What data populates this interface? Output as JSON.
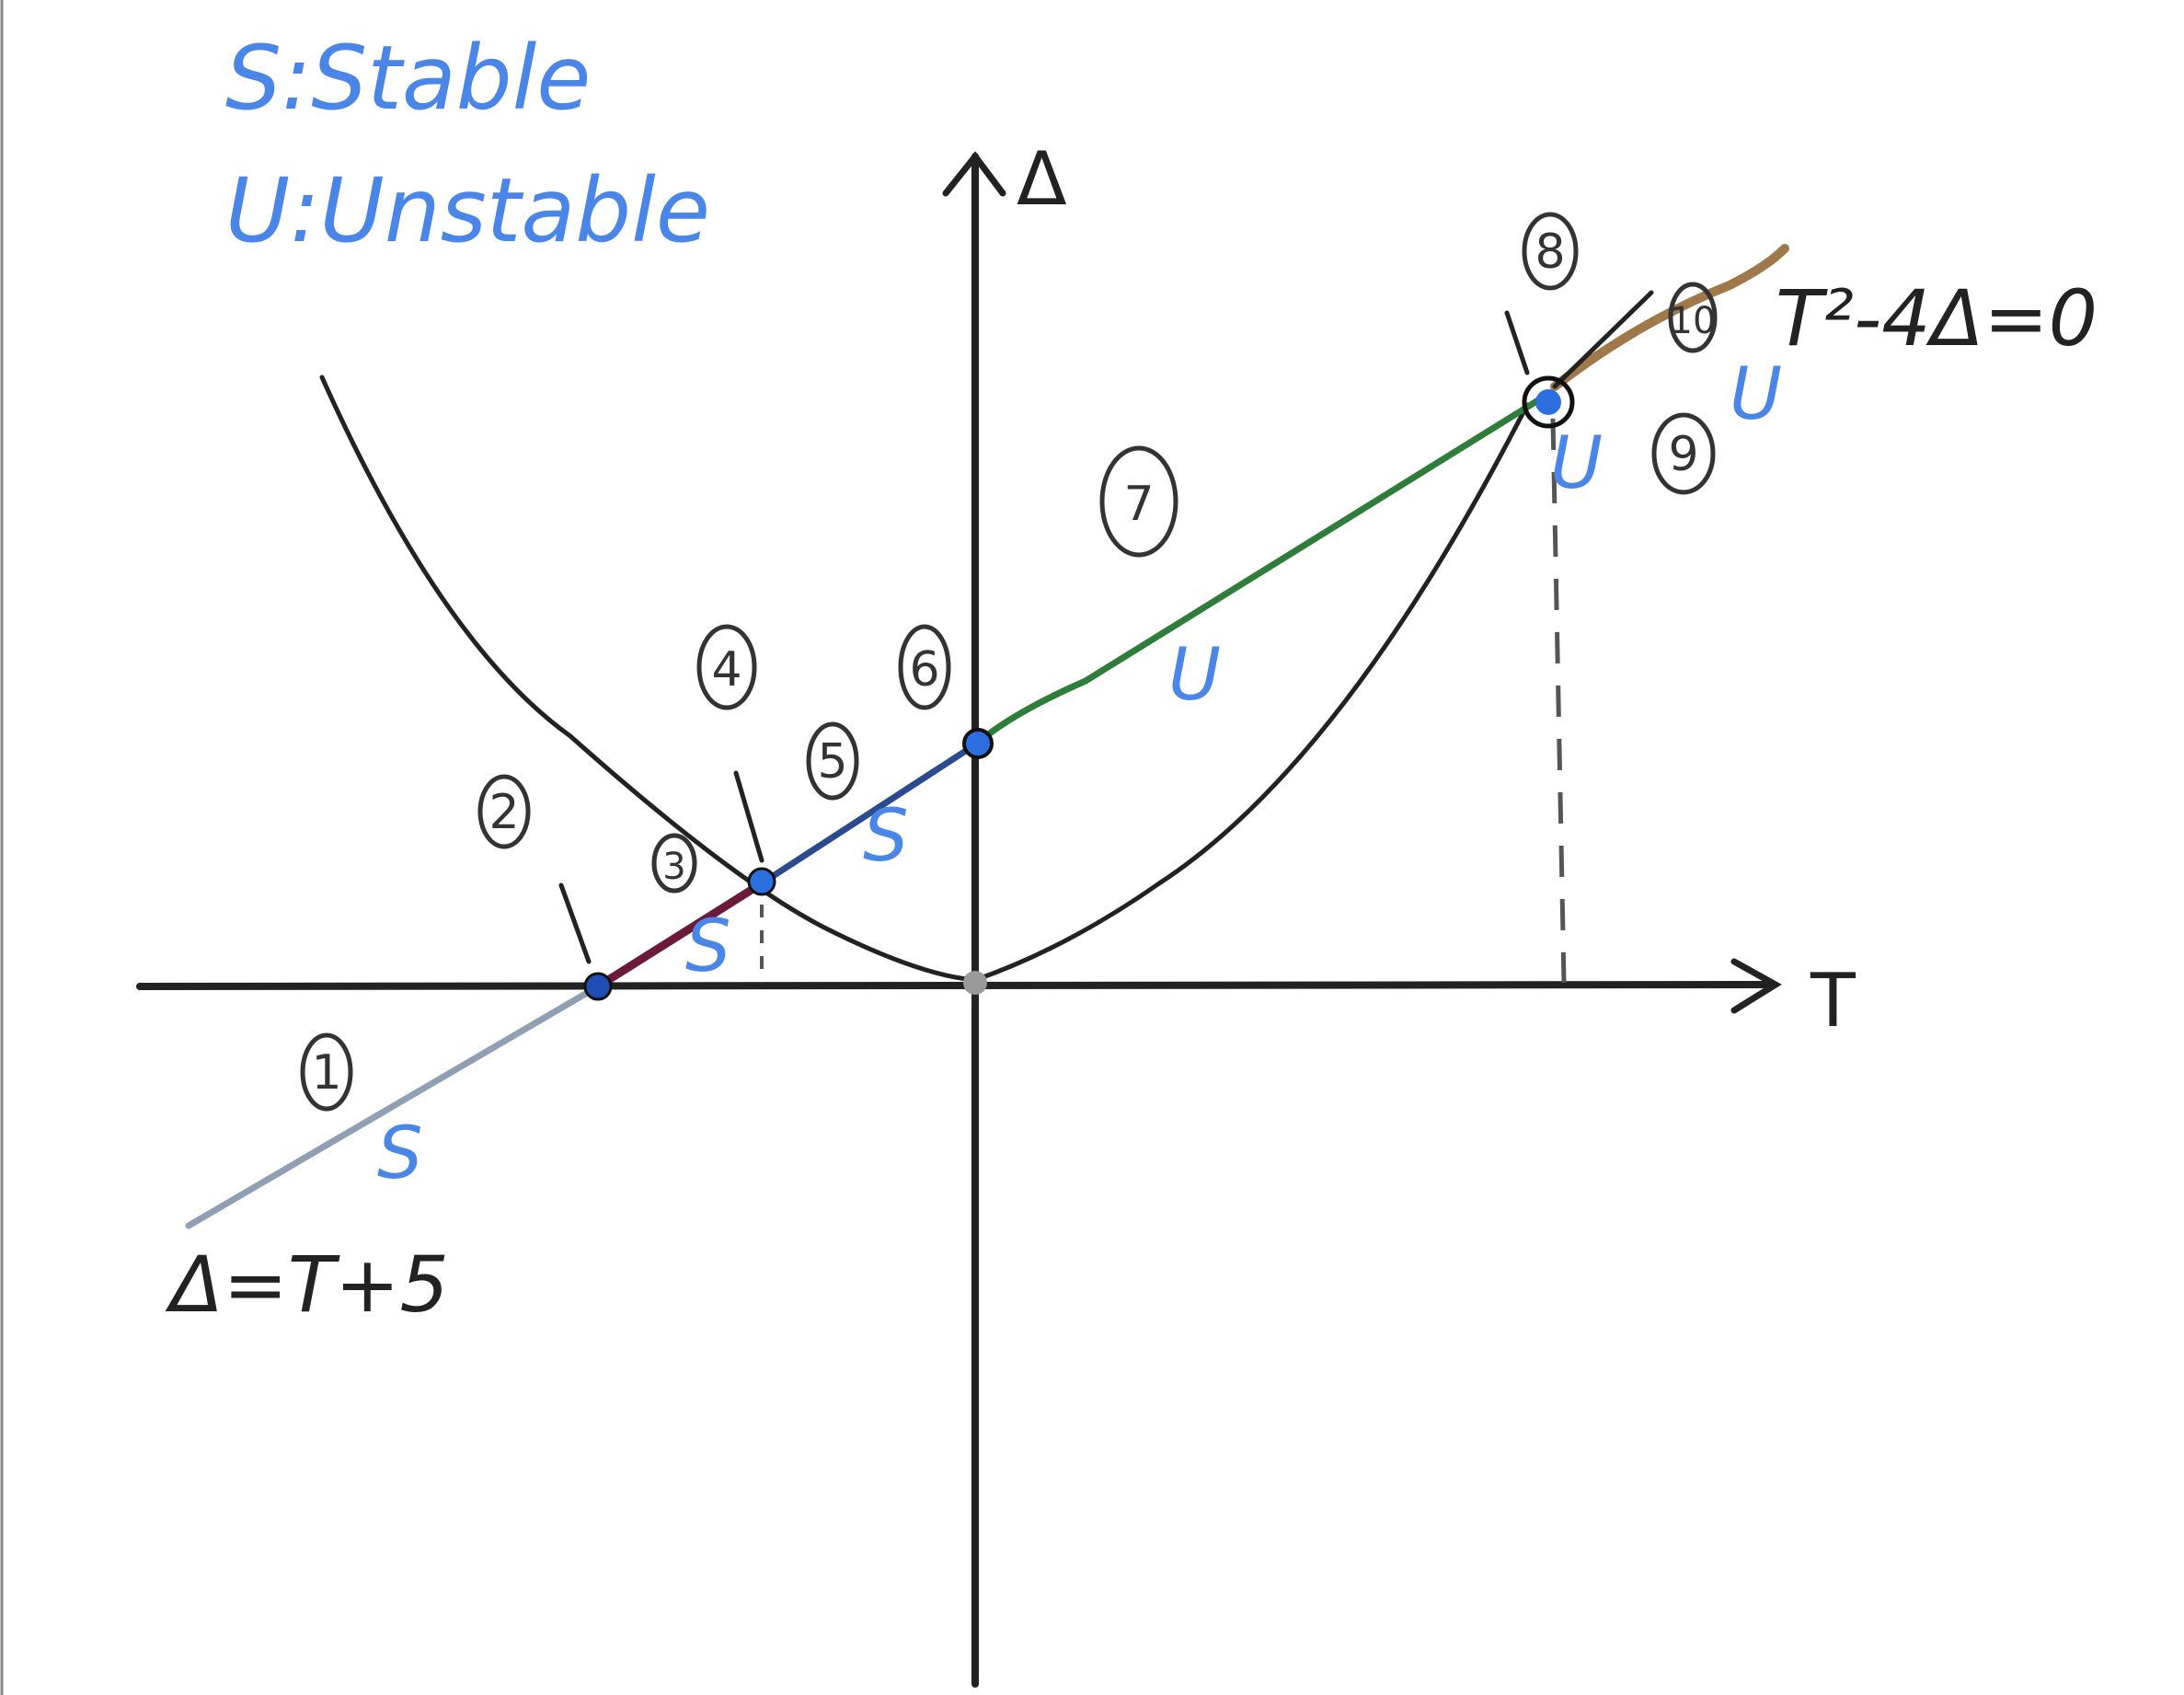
{
  "legend": {
    "stable": "S:Stable",
    "unstable": "U:Unstable"
  },
  "axes": {
    "x_label": "T",
    "y_label": "Δ"
  },
  "curves": {
    "line_equation": "Δ=T+5",
    "parabola_equation": "T²-4Δ=0"
  },
  "stability_labels": {
    "s1": "S",
    "s2": "S",
    "s3": "S",
    "u1": "U",
    "u2": "U",
    "u3": "U"
  },
  "region_numbers": {
    "r1": "1",
    "r2": "2",
    "r3": "3",
    "r4": "4",
    "r5": "5",
    "r6": "6",
    "r7": "7",
    "r8": "8",
    "r9": "9",
    "r10": "10"
  },
  "colors": {
    "stable_label": "#4a86e8",
    "segment_1": "#8fa0b4",
    "segment_2": "#6b1a3a",
    "segment_3": "#2c4a8f",
    "segment_4": "#2e7d3a",
    "segment_5": "#a0784a",
    "ink": "#222222"
  }
}
